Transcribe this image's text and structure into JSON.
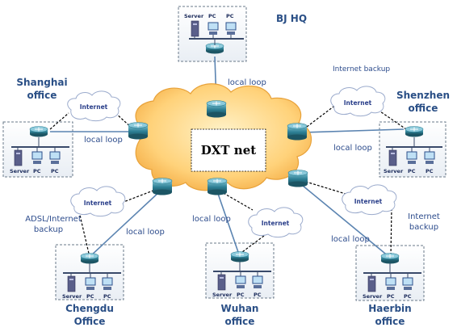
{
  "core": {
    "label": "DXT net"
  },
  "cloud_label": "Internet",
  "device_labels": {
    "server": "Server",
    "pc": "PC"
  },
  "sites": {
    "bj": {
      "name": [
        "BJ HQ"
      ]
    },
    "shanghai": {
      "name": [
        "Shanghai",
        "office"
      ]
    },
    "shenzhen": {
      "name": [
        "Shenzhen",
        "office"
      ]
    },
    "chengdu": {
      "name": [
        "Chengdu",
        "Office"
      ]
    },
    "wuhan": {
      "name": [
        "Wuhan",
        "office"
      ]
    },
    "haerbin": {
      "name": [
        "Haerbin",
        "office"
      ]
    }
  },
  "links": {
    "local_loop": "local loop",
    "internet_backup": "Internet backup",
    "adsl_internet_backup": [
      "ADSL/Internet",
      "backup"
    ],
    "internet_backup_two_line": [
      "Internet",
      "backup"
    ]
  },
  "colors": {
    "core_cloud": "#ffd27a",
    "core_cloud_edge": "#e8a23a",
    "internet_cloud": "#ffffff",
    "internet_cloud_edge": "#9aaacc",
    "router": "#2d7f94",
    "access_link": "#5b84b1",
    "backup_link": "#000000",
    "site_box_border": "#6a7a8a"
  },
  "icons": [
    "router-icon",
    "server-icon",
    "pc-icon",
    "cloud-icon",
    "switch-bar-icon"
  ]
}
